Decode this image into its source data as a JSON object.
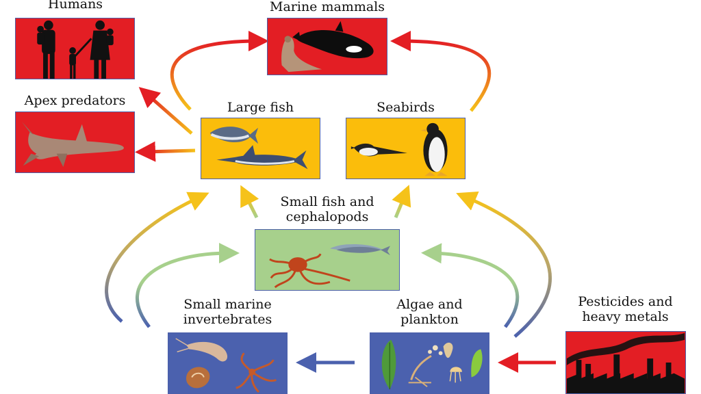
{
  "nodes": {
    "humans": {
      "label": "Humans"
    },
    "marine_mammals": {
      "label": "Marine mammals"
    },
    "apex_predators": {
      "label": "Apex predators"
    },
    "large_fish": {
      "label": "Large fish"
    },
    "seabirds": {
      "label": "Seabirds"
    },
    "small_fish": {
      "label_line1": "Small fish and",
      "label_line2": "cephalopods"
    },
    "small_invertebrates": {
      "label_line1": "Small marine",
      "label_line2": "invertebrates"
    },
    "algae": {
      "label_line1": "Algae and",
      "label_line2": "plankton"
    },
    "pesticides": {
      "label_line1": "Pesticides and",
      "label_line2": "heavy metals"
    }
  },
  "colors": {
    "contamination_red": "#e31e24",
    "top_level_gold": "#fbbd0b",
    "mid_level_green": "#a7d08c",
    "base_level_blue": "#4b61ae"
  }
}
